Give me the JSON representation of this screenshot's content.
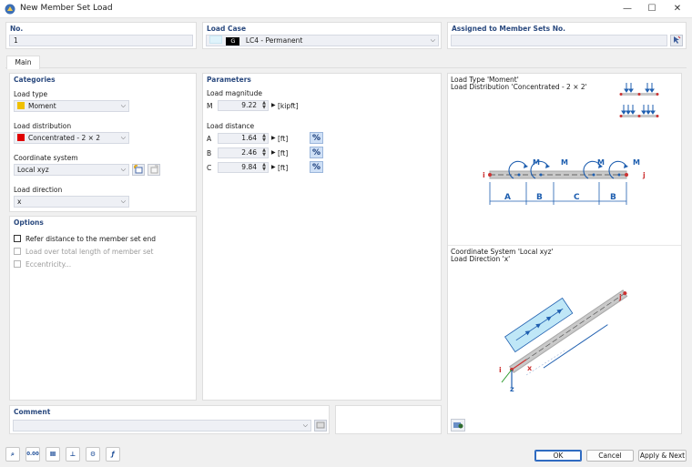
{
  "window": {
    "title": "New Member Set Load",
    "minimize": "—",
    "maximize": "☐",
    "close": "✕"
  },
  "no": {
    "label": "No.",
    "value": "1"
  },
  "load_case": {
    "label": "Load Case",
    "badge": "G",
    "value": "LC4 - Permanent",
    "swatch_color": "#dff3fb"
  },
  "assigned": {
    "label": "Assigned to Member Sets No.",
    "value": ""
  },
  "tabs": {
    "main": "Main"
  },
  "categories": {
    "heading": "Categories",
    "load_type_label": "Load type",
    "load_type_value": "Moment",
    "load_type_color": "#f0c000",
    "load_distribution_label": "Load distribution",
    "load_distribution_value": "Concentrated - 2 × 2",
    "load_distribution_color": "#e00000",
    "coordinate_system_label": "Coordinate system",
    "coordinate_system_value": "Local xyz",
    "load_direction_label": "Load direction",
    "load_direction_value": "x"
  },
  "options": {
    "heading": "Options",
    "items": [
      {
        "label": "Refer distance to the member set end",
        "enabled": true
      },
      {
        "label": "Load over total length of member set",
        "enabled": false
      },
      {
        "label": "Eccentricity...",
        "enabled": false
      }
    ]
  },
  "parameters": {
    "heading": "Parameters",
    "magnitude_label": "Load magnitude",
    "magnitude": {
      "symbol": "M",
      "value": "9.22",
      "unit": "[kipft]"
    },
    "distance_label": "Load distance",
    "distances": [
      {
        "symbol": "A",
        "value": "1.64",
        "unit": "[ft]",
        "pct": "%"
      },
      {
        "symbol": "B",
        "value": "2.46",
        "unit": "[ft]",
        "pct": "%"
      },
      {
        "symbol": "C",
        "value": "9.84",
        "unit": "[ft]",
        "pct": "%"
      }
    ]
  },
  "preview": {
    "top_line1": "Load Type 'Moment'",
    "top_line2": "Load Distribution 'Concentrated - 2 × 2'",
    "bottom_line1": "Coordinate System 'Local xyz'",
    "bottom_line2": "Load Direction 'x'",
    "moment_labels": [
      "M",
      "M",
      "M",
      "M"
    ],
    "node_i": "i",
    "node_j": "j",
    "dim_labels": [
      "A",
      "B",
      "C",
      "B"
    ],
    "axis_x": "x",
    "axis_z": "z"
  },
  "comment": {
    "label": "Comment",
    "value": ""
  },
  "buttons": {
    "ok": "OK",
    "cancel": "Cancel",
    "apply_next": "Apply & Next"
  },
  "toolbar_icons": [
    "search-icon",
    "numbers-icon",
    "units-icon",
    "axis-icon",
    "model-icon",
    "function-icon"
  ],
  "toolbar_glyphs": [
    "⌕",
    "0.00",
    "Ⅲ",
    "⊥",
    "⚙",
    "ƒ"
  ]
}
